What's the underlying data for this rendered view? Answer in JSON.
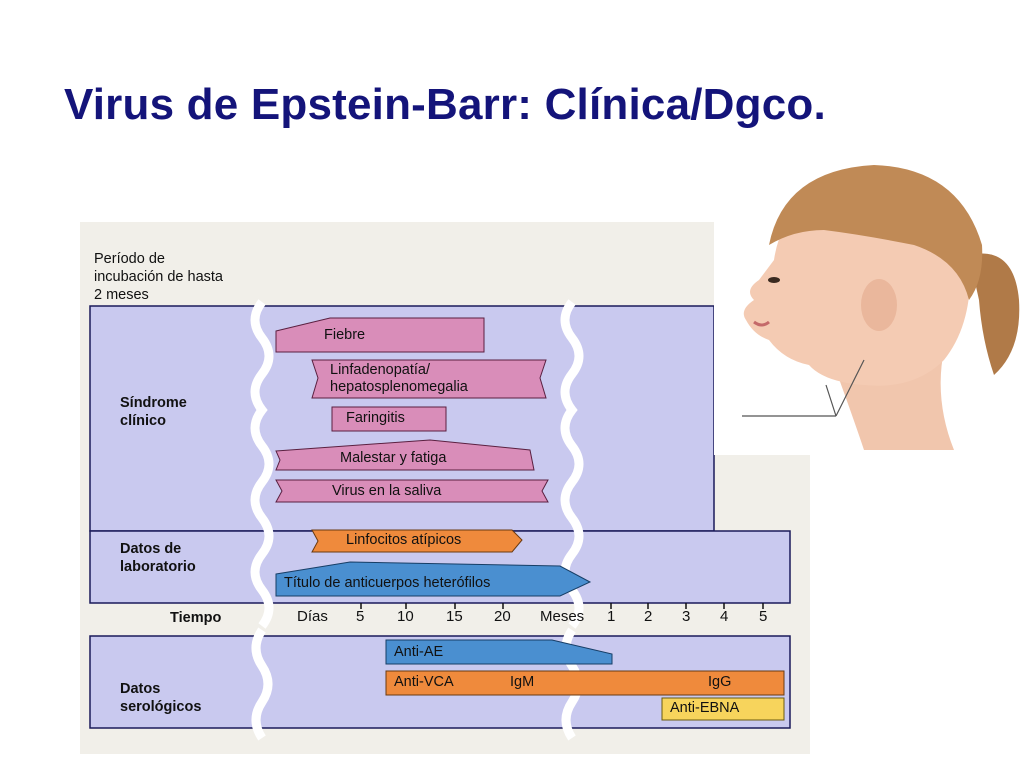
{
  "title": "Virus de Epstein-Barr: Clínica/Dgco.",
  "sections": {
    "incubation": "Período de incubación de hasta 2 meses",
    "clinical": "Síndrome clínico",
    "lab": "Datos de laboratorio",
    "time": "Tiempo",
    "serology": "Datos serológicos"
  },
  "bars": {
    "fever": "Fiebre",
    "lymph": "Linfadenopatía/ hepatosplenomegalia",
    "pharyngitis": "Faringitis",
    "malaise": "Malestar y fatiga",
    "saliva": "Virus en la saliva",
    "atypical": "Linfocitos atípicos",
    "heterophile": "Título de anticuerpos heterófilos",
    "anti_ae": "Anti-AE",
    "anti_vca": "Anti-VCA",
    "igm": "IgM",
    "igg": "IgG",
    "anti_ebna": "Anti-EBNA"
  },
  "axis": {
    "days_label": "Días",
    "days": [
      "5",
      "10",
      "15",
      "20"
    ],
    "months_label": "Meses",
    "months": [
      "1",
      "2",
      "3",
      "4",
      "5"
    ]
  },
  "colors": {
    "title": "#14147a",
    "band": "#c9c9ef",
    "pink": "#d98db9",
    "orange": "#ef8a3c",
    "blue": "#4a8fd0",
    "yellow": "#f7d45c"
  }
}
